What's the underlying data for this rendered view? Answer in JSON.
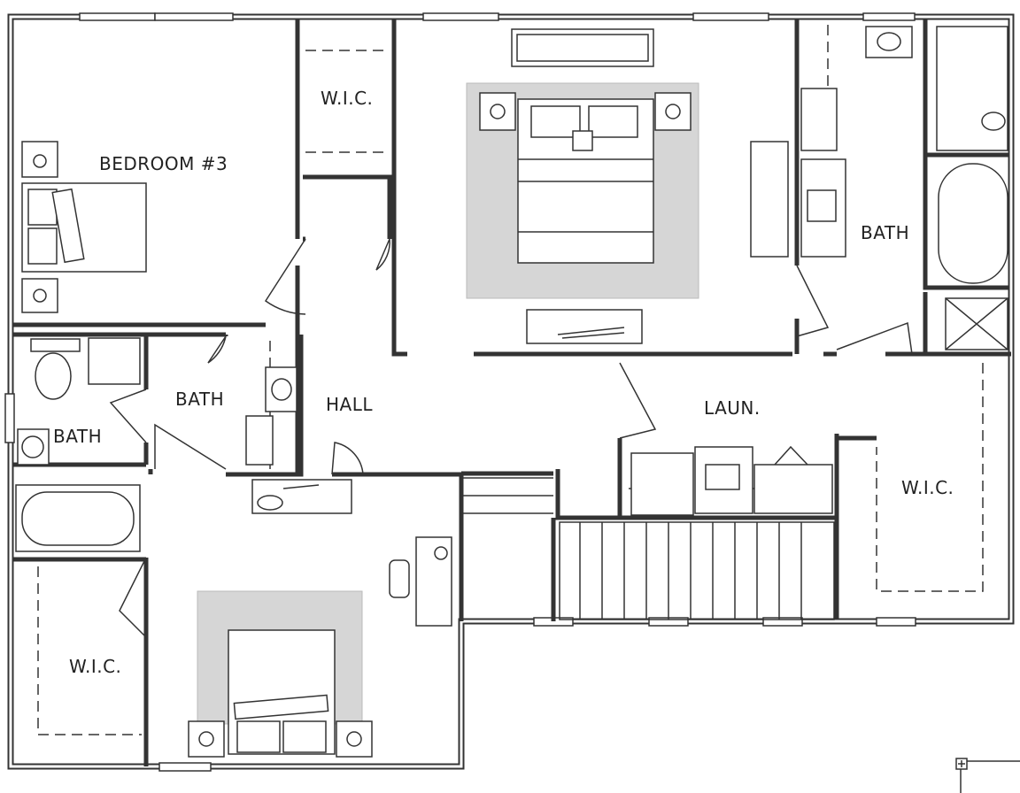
{
  "plan": {
    "rooms": {
      "bedroom3": "BEDROOM #3",
      "wic_top": "W.I.C.",
      "bath_master": "BATH",
      "bath_center": "BATH",
      "bath_left": "BATH",
      "hall": "HALL",
      "laundry": "LAUN.",
      "wic_right": "W.I.C.",
      "wic_bottom": "W.I.C."
    },
    "colors": {
      "wall": "#333333",
      "rug": "#d6d6d6",
      "background": "#ffffff"
    }
  }
}
